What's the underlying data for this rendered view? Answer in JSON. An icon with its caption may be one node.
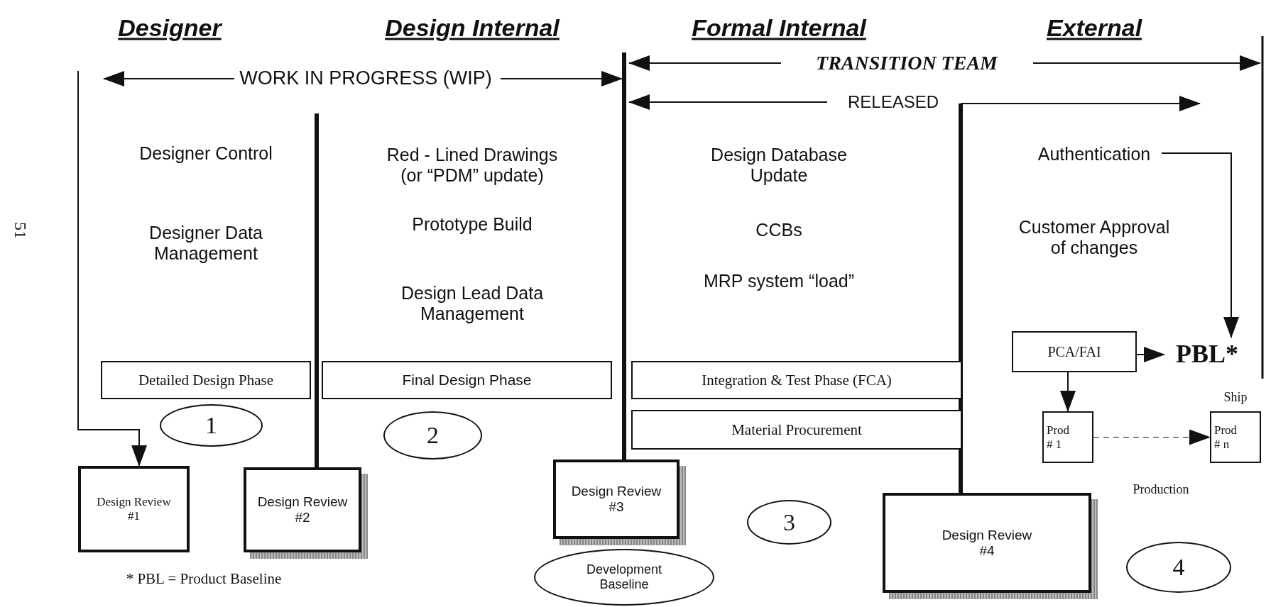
{
  "diagram": {
    "nodes": [
      {
        "text": [
          "Authentication"
        ]
      },
      {
        "text": [
          "Detailed Design Phase"
        ]
      },
      {
        "text": [
          "Final Design Phase"
        ]
      },
      {
        "text": [
          "Integration & Test Phase (FCA)"
        ]
      },
      {
        "text": [
          "PCA/FAI"
        ]
      },
      {
        "text": [
          "PBL*"
        ]
      },
      {
        "text": [
          "1"
        ]
      },
      {
        "text": [
          "Material Procurement"
        ]
      },
      {
        "text": [
          "Prod # 1"
        ]
      },
      {
        "text": [
          "Prod # n"
        ],
        "beside": [
          "Ship"
        ]
      },
      {
        "text": [
          "2"
        ]
      },
      {
        "text": [
          "Design Review #1"
        ]
      },
      {
        "text": [
          "Design Review #2"
        ]
      },
      {
        "text": [
          "Design Review #3"
        ]
      },
      {
        "text": [
          "3"
        ]
      },
      {
        "text": [
          "Design Review #4"
        ]
      },
      {
        "text": [
          "4"
        ]
      },
      {
        "text": [
          "Development Baseline"
        ]
      }
    ],
    "edges": [
      {
        "from": null,
        "to": 11,
        "arrow": "to"
      },
      {
        "from": null,
        "to": 12,
        "arrow": "none",
        "style": "thick"
      },
      {
        "from": null,
        "to": 13,
        "arrow": "none",
        "style": "thick"
      },
      {
        "from": null,
        "to": 15,
        "arrow": "none",
        "style": "thick"
      },
      {
        "from": 0,
        "to": 5,
        "arrow": "to"
      },
      {
        "from": 4,
        "to": 5,
        "arrow": "to"
      },
      {
        "from": 4,
        "to": 8,
        "arrow": "to"
      },
      {
        "from": 8,
        "to": 9,
        "arrow": "to",
        "style": "dashed"
      }
    ],
    "labels": [
      "Designer",
      "Design Internal",
      "Formal Internal",
      "External",
      "WORK IN PROGRESS (WIP)",
      "TRANSITION TEAM",
      "RELEASED",
      "Designer Control",
      "Red - Lined Drawings (or “PDM” update)",
      "Designer Data Management",
      "Prototype Build",
      "Design Database Update",
      "CCBs",
      "Customer Approval of changes",
      "Design Lead Data Management",
      "MRP system “load”",
      "Production",
      "* PBL = Product Baseline",
      "51"
    ]
  }
}
